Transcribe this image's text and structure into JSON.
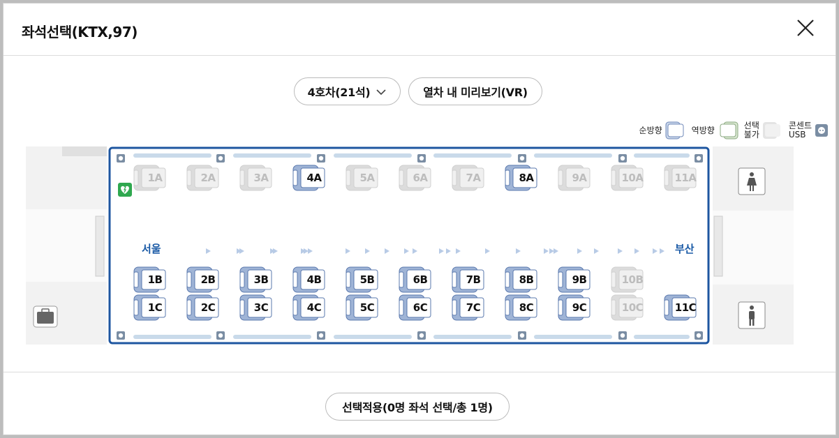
{
  "dialog": {
    "title": "좌석선택(KTX,97)",
    "close_icon": "close-icon"
  },
  "controls": {
    "car_select_label": "4호차(21석)",
    "vr_button_label": "열차 내 미리보기(VR)"
  },
  "legend": {
    "forward": "순방향",
    "backward": "역방향",
    "unavailable_line1": "선택",
    "unavailable_line2": "불가",
    "outlet_line1": "콘센트",
    "outlet_line2": "USB"
  },
  "route": {
    "from": "서울",
    "to": "부산"
  },
  "colors": {
    "available_seat": "#9fb4d6",
    "unavailable_seat": "#dcdcdc",
    "train_border": "#1e56a0",
    "city_text": "#1a5aa6"
  },
  "seats": [
    {
      "id": "1A",
      "available": false
    },
    {
      "id": "2A",
      "available": false
    },
    {
      "id": "3A",
      "available": false
    },
    {
      "id": "4A",
      "available": true
    },
    {
      "id": "5A",
      "available": false
    },
    {
      "id": "6A",
      "available": false
    },
    {
      "id": "7A",
      "available": false
    },
    {
      "id": "8A",
      "available": true
    },
    {
      "id": "9A",
      "available": false
    },
    {
      "id": "10A",
      "available": false
    },
    {
      "id": "11A",
      "available": false
    },
    {
      "id": "1B",
      "available": true
    },
    {
      "id": "2B",
      "available": true
    },
    {
      "id": "3B",
      "available": true
    },
    {
      "id": "4B",
      "available": true
    },
    {
      "id": "5B",
      "available": true
    },
    {
      "id": "6B",
      "available": true
    },
    {
      "id": "7B",
      "available": true
    },
    {
      "id": "8B",
      "available": true
    },
    {
      "id": "9B",
      "available": true
    },
    {
      "id": "10B",
      "available": false
    },
    {
      "id": "1C",
      "available": true
    },
    {
      "id": "2C",
      "available": true
    },
    {
      "id": "3C",
      "available": true
    },
    {
      "id": "4C",
      "available": true
    },
    {
      "id": "5C",
      "available": true
    },
    {
      "id": "6C",
      "available": true
    },
    {
      "id": "7C",
      "available": true
    },
    {
      "id": "8C",
      "available": true
    },
    {
      "id": "9C",
      "available": true
    },
    {
      "id": "10C",
      "available": false
    },
    {
      "id": "11C",
      "available": true
    }
  ],
  "apply_button": "선택적용(0명 좌석 선택/총 1명)"
}
